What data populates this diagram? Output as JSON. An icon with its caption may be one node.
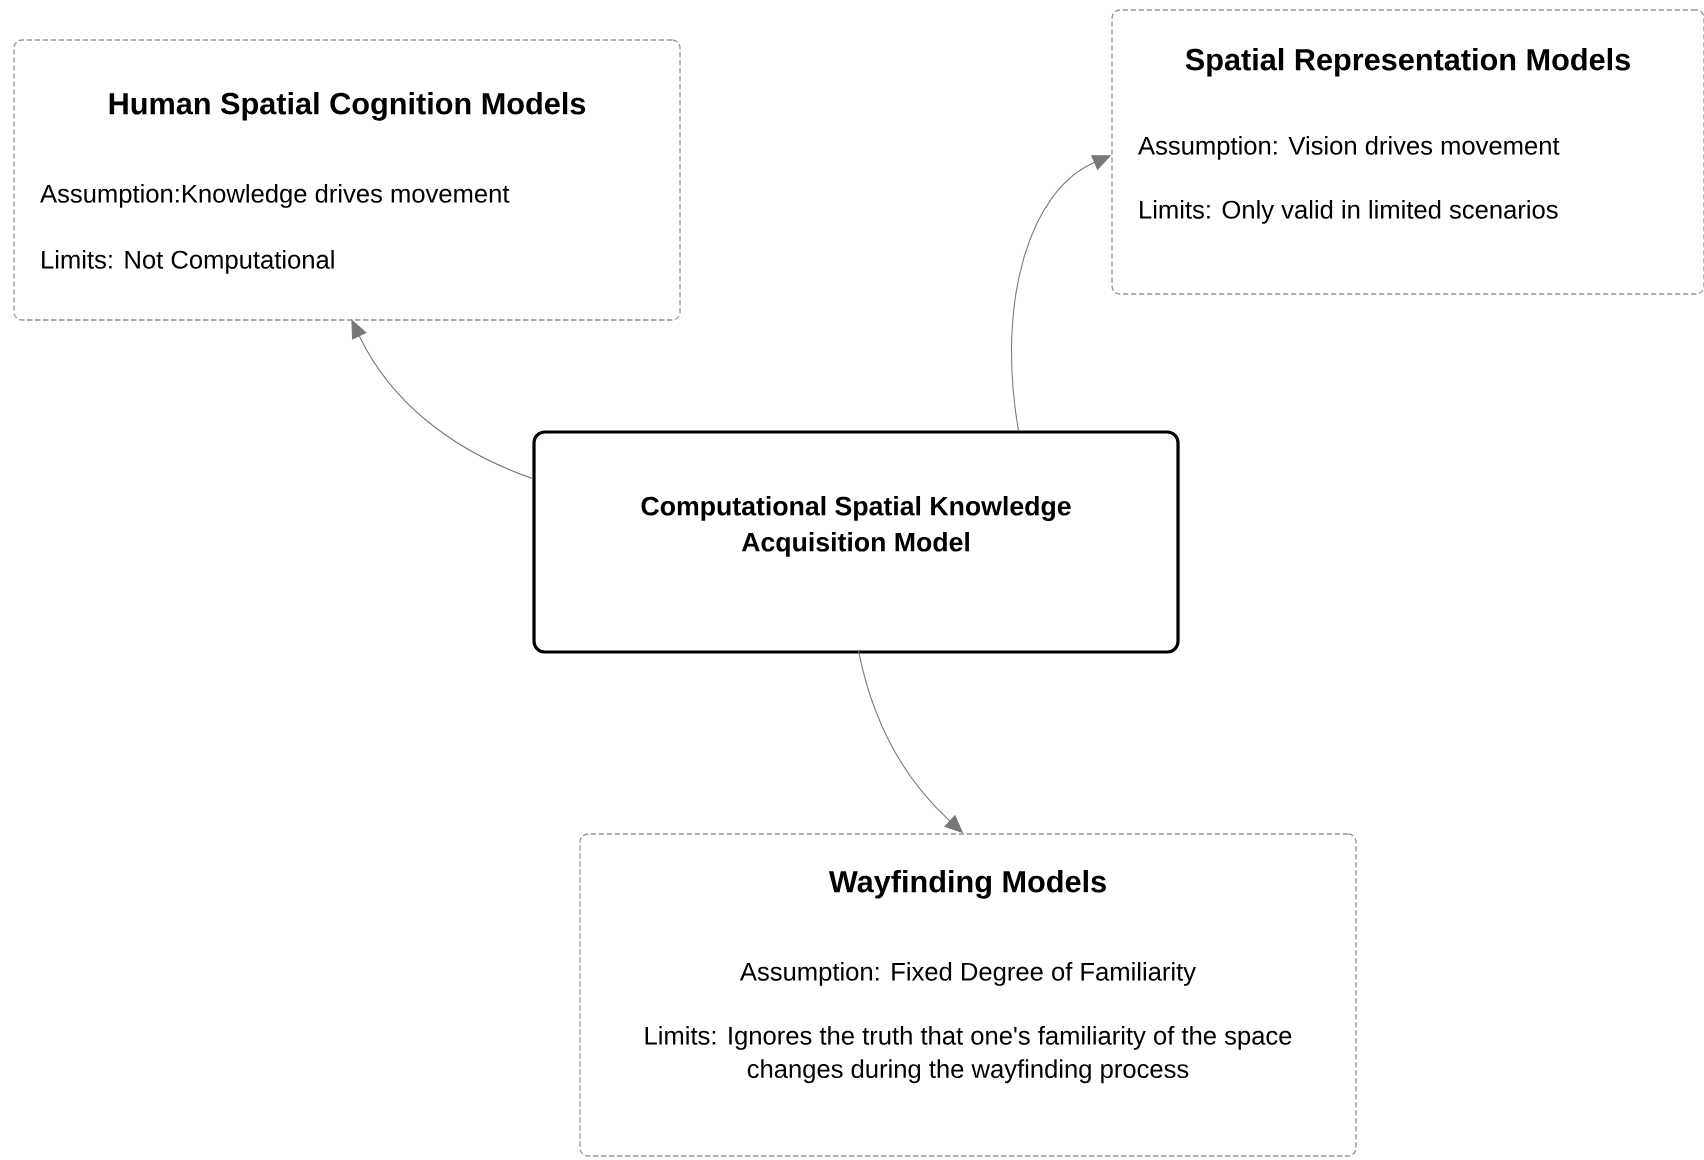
{
  "diagram": {
    "nodes": [
      {
        "text": [
          "Human Spatial Cognition Models",
          "Assumption:Knowledge drives movement",
          "Limits: Not Computational"
        ]
      },
      {
        "text": [
          "Spatial Representation Models",
          "Assumption: Vision drives movement",
          "Limits: Only valid in limited scenarios"
        ]
      },
      {
        "text": [
          "Computational Spatial Knowledge Acquisition Model"
        ]
      },
      {
        "text": [
          "Wayfinding Models",
          "Assumption: Fixed Degree of Familiarity",
          "Limits: Ignores the truth that one's familiarity of the space changes during the wayfinding process"
        ]
      }
    ],
    "edges": [
      {
        "from": 2,
        "to": 0,
        "arrow": "to"
      },
      {
        "from": 2,
        "to": 1,
        "arrow": "to"
      },
      {
        "from": 2,
        "to": 3,
        "arrow": "to"
      }
    ]
  }
}
